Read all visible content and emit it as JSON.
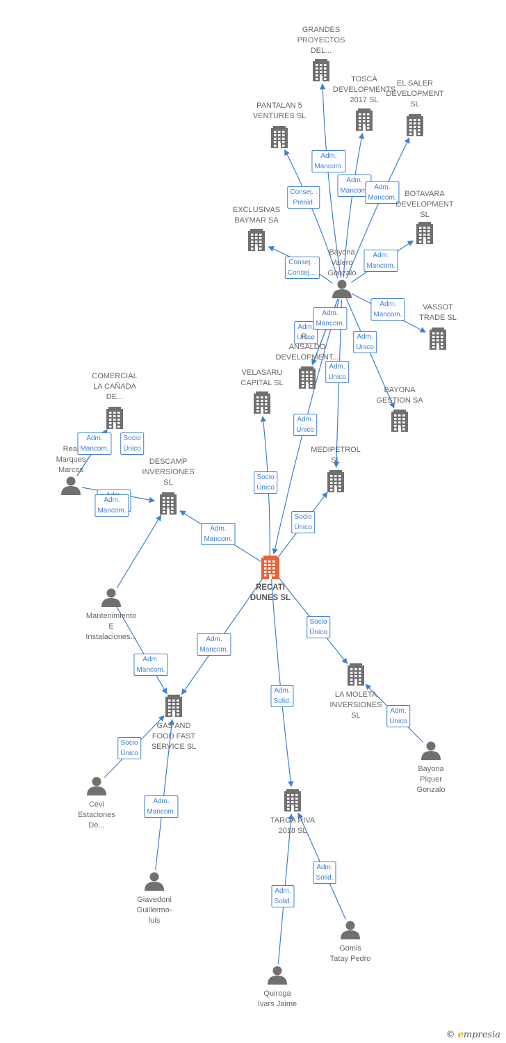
{
  "colors": {
    "edge": "#3d7fd6",
    "node": "#707070",
    "center": "#e8633a"
  },
  "nodes": [
    {
      "id": "recati",
      "type": "company",
      "center": true,
      "label": [
        "RECATI",
        "DUNES  SL"
      ]
    },
    {
      "id": "grandes",
      "type": "company",
      "label": [
        "GRANDES",
        "PROYECTOS",
        "DEL..."
      ]
    },
    {
      "id": "tosca",
      "type": "company",
      "label": [
        "TOSCA",
        "DEVELOPMENTS",
        "2017  SL"
      ]
    },
    {
      "id": "elsaler",
      "type": "company",
      "label": [
        "EL SALER",
        "DEVELOPMENT",
        "SL"
      ]
    },
    {
      "id": "pantalan",
      "type": "company",
      "label": [
        "PANTALAN 5",
        "VENTURES  SL"
      ]
    },
    {
      "id": "botavara",
      "type": "company",
      "label": [
        "BOTAVARA",
        "DEVELOPMENT",
        "SL"
      ]
    },
    {
      "id": "exclusivas",
      "type": "company",
      "label": [
        "EXCLUSIVAS",
        "BAYMAR SA"
      ]
    },
    {
      "id": "bayona_valero",
      "type": "person",
      "label": [
        "Bayona",
        "Valero",
        "Gonzalo"
      ]
    },
    {
      "id": "vassot",
      "type": "company",
      "label": [
        "VASSOT",
        "TRADE SL"
      ]
    },
    {
      "id": "ansaldo",
      "type": "company",
      "label": [
        "R...",
        "ANSALDO",
        "DEVELOPMENT..."
      ]
    },
    {
      "id": "velasaru",
      "type": "company",
      "label": [
        "VELASARU",
        "CAPITAL  SL"
      ]
    },
    {
      "id": "bayona_gestion",
      "type": "company",
      "label": [
        "BAYONA",
        "GESTION SA"
      ]
    },
    {
      "id": "comercial",
      "type": "company",
      "label": [
        "COMERCIAL",
        "LA CAÑADA",
        "DE..."
      ]
    },
    {
      "id": "real_marques",
      "type": "person",
      "label": [
        "Real",
        "Marques",
        "Marcos"
      ]
    },
    {
      "id": "descamp",
      "type": "company",
      "label": [
        "DESCAMP",
        "INVERSIONES",
        "SL"
      ]
    },
    {
      "id": "medipetrol",
      "type": "company",
      "label": [
        "MEDIPETROL",
        "SL"
      ]
    },
    {
      "id": "mantenimiento",
      "type": "person",
      "label": [
        "Mantenimiento",
        "E",
        "Instalaciones..."
      ]
    },
    {
      "id": "gas_food",
      "type": "company",
      "label": [
        "GAS AND",
        "FOOD FAST",
        "SERVICE SL"
      ]
    },
    {
      "id": "la_moleta",
      "type": "company",
      "label": [
        "LA MOLETA",
        "INVERSIONES",
        "SL"
      ]
    },
    {
      "id": "bayona_piquer",
      "type": "person",
      "label": [
        "Bayona",
        "Piquer",
        "Gonzalo"
      ]
    },
    {
      "id": "cevi",
      "type": "person",
      "label": [
        "Cevi",
        "Estaciones",
        "De..."
      ]
    },
    {
      "id": "targa",
      "type": "company",
      "label": [
        "TARGA RIVA",
        "2018  SL"
      ]
    },
    {
      "id": "giavedoni",
      "type": "person",
      "label": [
        "Giavedoni",
        "Guillermo-",
        "luis"
      ]
    },
    {
      "id": "gomis",
      "type": "person",
      "label": [
        "Gomis",
        "Tatay Pedro"
      ]
    },
    {
      "id": "quiroga",
      "type": "person",
      "label": [
        "Quiroga",
        "Ivars Jaime"
      ]
    }
  ],
  "edges": [
    {
      "from": "bayona_valero",
      "to": "grandes",
      "label": [
        "Adm.",
        "Mancom."
      ]
    },
    {
      "from": "bayona_valero",
      "to": "tosca",
      "label": [
        "Adm.",
        "Mancom."
      ]
    },
    {
      "from": "bayona_valero",
      "to": "elsaler",
      "label": [
        "Adm.",
        "Mancom."
      ]
    },
    {
      "from": "bayona_valero",
      "to": "pantalan",
      "label": [
        "Consej. .",
        "Presid."
      ]
    },
    {
      "from": "bayona_valero",
      "to": "botavara",
      "label": [
        "Adm.",
        "Mancom."
      ]
    },
    {
      "from": "bayona_valero",
      "to": "exclusivas",
      "label": [
        "Consej. .",
        "Consej...."
      ]
    },
    {
      "from": "bayona_valero",
      "to": "vassot",
      "label": [
        "Adm.",
        "Mancom."
      ]
    },
    {
      "from": "bayona_valero",
      "to": "bayona_gestion",
      "label": [
        "Adm.",
        "Unico"
      ]
    },
    {
      "from": "bayona_valero",
      "to": "ansaldo",
      "label": [
        "Adm.",
        "Unico"
      ]
    },
    {
      "from": "bayona_valero",
      "to": "ansaldo",
      "label": [
        "Adm.",
        "Mancom."
      ]
    },
    {
      "from": "bayona_valero",
      "to": "medipetrol",
      "label": [
        "Adm.",
        "Unico"
      ]
    },
    {
      "from": "bayona_valero",
      "to": "recati",
      "label": [
        "Adm.",
        "Unico"
      ]
    },
    {
      "from": "recati",
      "to": "velasaru",
      "label": [
        "Socio",
        "Único"
      ]
    },
    {
      "from": "recati",
      "to": "medipetrol",
      "label": [
        "Socio",
        "Único"
      ]
    },
    {
      "from": "recati",
      "to": "descamp",
      "label": [
        "Adm.",
        "Mancom."
      ]
    },
    {
      "from": "real_marques",
      "to": "comercial",
      "label": [
        "Adm.",
        "Mancom."
      ]
    },
    {
      "from": "real_marques",
      "to": "comercial",
      "label": [
        "Socio",
        "Único"
      ]
    },
    {
      "from": "real_marques",
      "to": "descamp",
      "label": [
        "Adm.",
        "Mancom."
      ]
    },
    {
      "from": "mantenimiento",
      "to": "descamp",
      "label": [
        "Adm.",
        "Mancom."
      ]
    },
    {
      "from": "recati",
      "to": "gas_food",
      "label": [
        "Adm.",
        "Mancom."
      ]
    },
    {
      "from": "mantenimiento",
      "to": "gas_food",
      "label": [
        "Adm.",
        "Mancom."
      ]
    },
    {
      "from": "recati",
      "to": "la_moleta",
      "label": [
        "Socio",
        "Único"
      ]
    },
    {
      "from": "bayona_piquer",
      "to": "la_moleta",
      "label": [
        "Adm.",
        "Unico"
      ]
    },
    {
      "from": "recati",
      "to": "targa",
      "label": [
        "Adm.",
        "Solid."
      ]
    },
    {
      "from": "cevi",
      "to": "gas_food",
      "label": [
        "Socio",
        "Único"
      ]
    },
    {
      "from": "giavedoni",
      "to": "gas_food",
      "label": [
        "Adm.",
        "Mancom."
      ]
    },
    {
      "from": "quiroga",
      "to": "targa",
      "label": [
        "Adm.",
        "Solid."
      ]
    },
    {
      "from": "gomis",
      "to": "targa",
      "label": [
        "Adm.",
        "Solid."
      ]
    }
  ],
  "brand": {
    "copyright": "©",
    "first_letter": "e",
    "rest": "mpresia"
  }
}
